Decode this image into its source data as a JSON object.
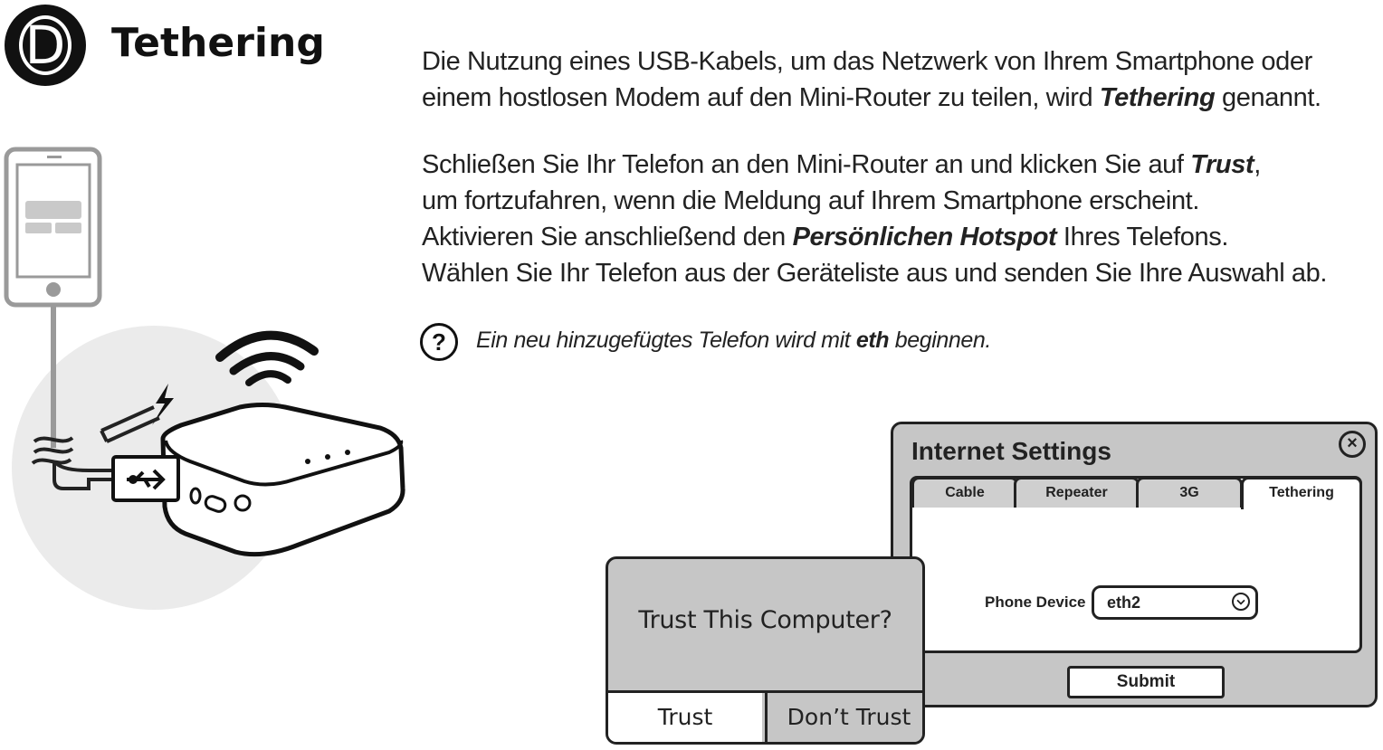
{
  "header": {
    "step_letter": "D",
    "title": "Tethering"
  },
  "instructions": {
    "para1": [
      [
        "Die Nutzung eines USB-Kabels, um das Netzwerk von Ihrem Smartphone oder"
      ],
      [
        "einem hostlosen Modem auf den Mini-Router zu teilen, wird ",
        "Tethering",
        " genannt."
      ]
    ],
    "para2": [
      [
        "Schließen Sie Ihr Telefon an den Mini-Router an und klicken Sie auf ",
        "Trust",
        ","
      ],
      [
        "um fortzufahren, wenn die Meldung auf Ihrem Smartphone erscheint."
      ],
      [
        "Aktivieren Sie anschließend den ",
        "Persönlichen Hotspot",
        " Ihres Telefons."
      ],
      [
        "Wählen Sie Ihr Telefon aus der Geräteliste aus und senden Sie Ihre Auswahl ab."
      ]
    ]
  },
  "note": {
    "icon": "?",
    "pre": "Ein neu hinzugefügtes Telefon wird mit ",
    "bold": "eth",
    "post": " beginnen."
  },
  "settings_window": {
    "title": "Internet Settings",
    "close_glyph": "×",
    "tabs": [
      {
        "label": "Cable"
      },
      {
        "label": "Repeater"
      },
      {
        "label": "3G"
      },
      {
        "label": "Tethering"
      }
    ],
    "phone_device_label": "Phone Device",
    "phone_device_value": "eth2",
    "submit_label": "Submit"
  },
  "trust_dialog": {
    "question": "Trust This Computer?",
    "trust_label": "Trust",
    "dont_trust_label": "Don’t Trust"
  }
}
